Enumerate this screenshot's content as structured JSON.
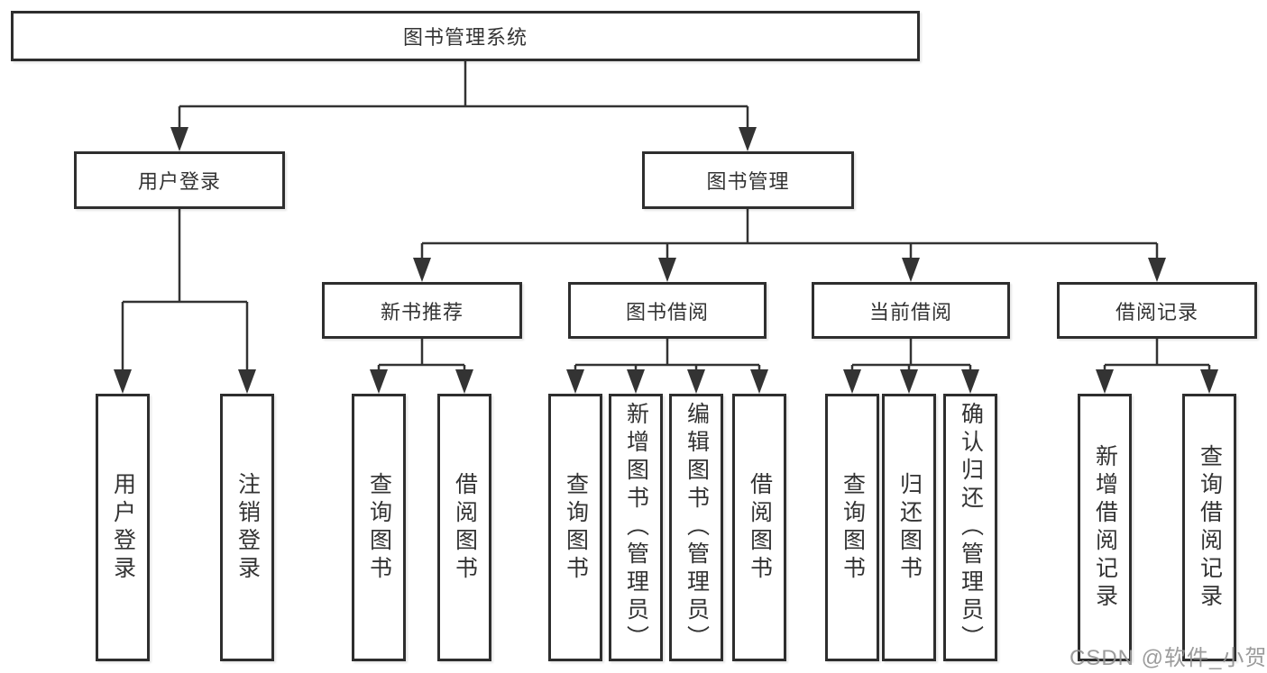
{
  "diagram": {
    "title": "图书管理系统",
    "level1": {
      "user_login": "用户登录",
      "book_management": "图书管理"
    },
    "level2": {
      "new_book_recommendation": "新书推荐",
      "book_borrowing": "图书借阅",
      "current_borrowing": "当前借阅",
      "borrowing_records": "借阅记录"
    },
    "leaves": {
      "user_login": [
        "用户登录",
        "注销登录"
      ],
      "new_book_recommendation": [
        "查询图书",
        "借阅图书"
      ],
      "book_borrowing": [
        "查询图书",
        "新增图书（管理员）",
        "编辑图书（管理员）",
        "借阅图书"
      ],
      "current_borrowing": [
        "查询图书",
        "归还图书",
        "确认归还（管理员）"
      ],
      "borrowing_records": [
        "新增借阅记录",
        "查询借阅记录"
      ]
    },
    "watermark": "CSDN @软件_小贺同学",
    "colors": {
      "line": "#333333",
      "box_border": "#2e2e2e",
      "text": "#333333",
      "watermark": "#949494",
      "background": "#ffffff"
    }
  }
}
